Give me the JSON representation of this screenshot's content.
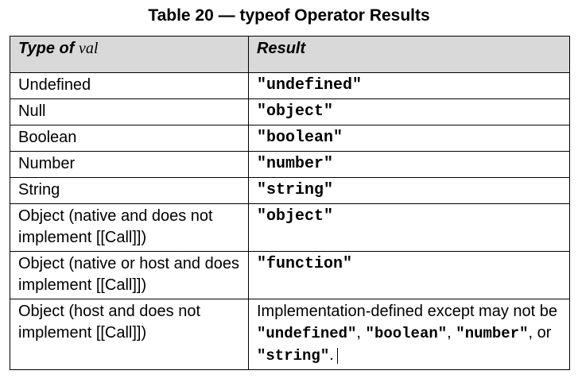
{
  "caption": "Table 20 — typeof Operator Results",
  "header": {
    "col1_text": "Type of",
    "col1_var": "val",
    "col2": "Result"
  },
  "rows": [
    {
      "type": "Undefined",
      "result": "\"undefined\""
    },
    {
      "type": "Null",
      "result": "\"object\""
    },
    {
      "type": "Boolean",
      "result": "\"boolean\""
    },
    {
      "type": "Number",
      "result": "\"number\""
    },
    {
      "type": "String",
      "result": "\"string\""
    },
    {
      "type": "Object (native and does not implement [[Call]])",
      "result": "\"object\""
    },
    {
      "type": "Object (native or host and does implement [[Call]])",
      "result": "\"function\""
    },
    {
      "type": "Object (host and does not implement [[Call]])",
      "result_parts": {
        "lead": "Implementation-defined except may not be ",
        "v1": "\"undefined\"",
        "s1": ", ",
        "v2": "\"boolean\"",
        "s2": ", ",
        "v3": "\"number\"",
        "s3": ", or ",
        "v4": "\"string\"",
        "end": "."
      }
    }
  ]
}
